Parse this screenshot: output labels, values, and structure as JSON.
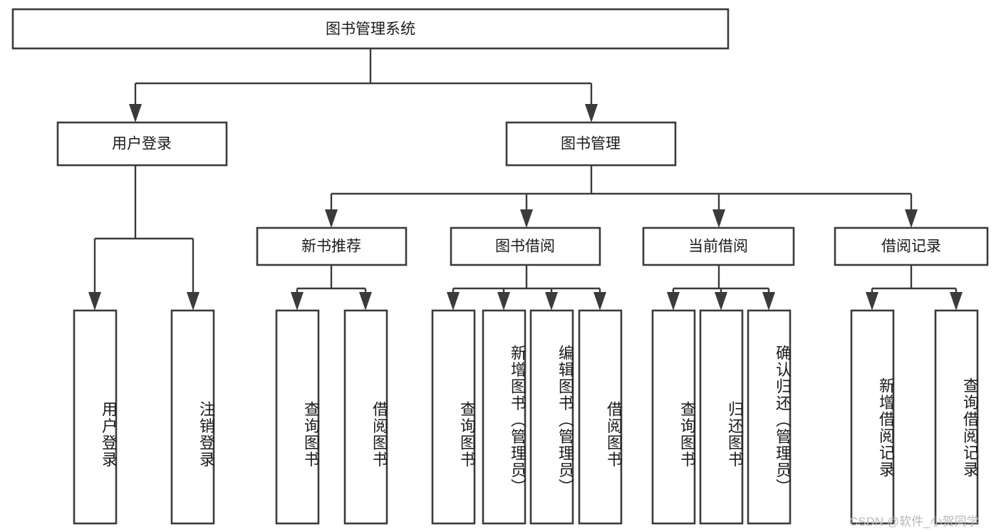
{
  "diagram": {
    "type": "tree-hierarchy",
    "title": "图书管理系统",
    "orientation": "top-down",
    "colors": {
      "box_stroke": "#3b3b3b",
      "box_fill": "#ffffff",
      "connector": "#3b3b3b",
      "text": "#1a1a1a",
      "watermark": "#b8b8b8",
      "background": "#ffffff"
    },
    "levels": {
      "root": {
        "label": "图书管理系统"
      },
      "level2": [
        {
          "label": "用户登录"
        },
        {
          "label": "图书管理"
        }
      ],
      "level3": [
        {
          "label": "新书推荐"
        },
        {
          "label": "图书借阅"
        },
        {
          "label": "当前借阅"
        },
        {
          "label": "借阅记录"
        }
      ],
      "leaves_user_login": [
        {
          "label": "用户登录"
        },
        {
          "label": "注销登录"
        }
      ],
      "leaves_new_books": [
        {
          "label": "查询图书"
        },
        {
          "label": "借阅图书"
        }
      ],
      "leaves_borrow": [
        {
          "label": "查询图书"
        },
        {
          "label": "新增图书（管理员）"
        },
        {
          "label": "编辑图书（管理员）"
        },
        {
          "label": "借阅图书"
        }
      ],
      "leaves_current": [
        {
          "label": "查询图书"
        },
        {
          "label": "归还图书"
        },
        {
          "label": "确认归还（管理员）"
        }
      ],
      "leaves_records": [
        {
          "label": "新增借阅记录"
        },
        {
          "label": "查询借阅记录"
        }
      ]
    }
  },
  "watermark": {
    "text": "CSDN @软件_小贺同学"
  }
}
